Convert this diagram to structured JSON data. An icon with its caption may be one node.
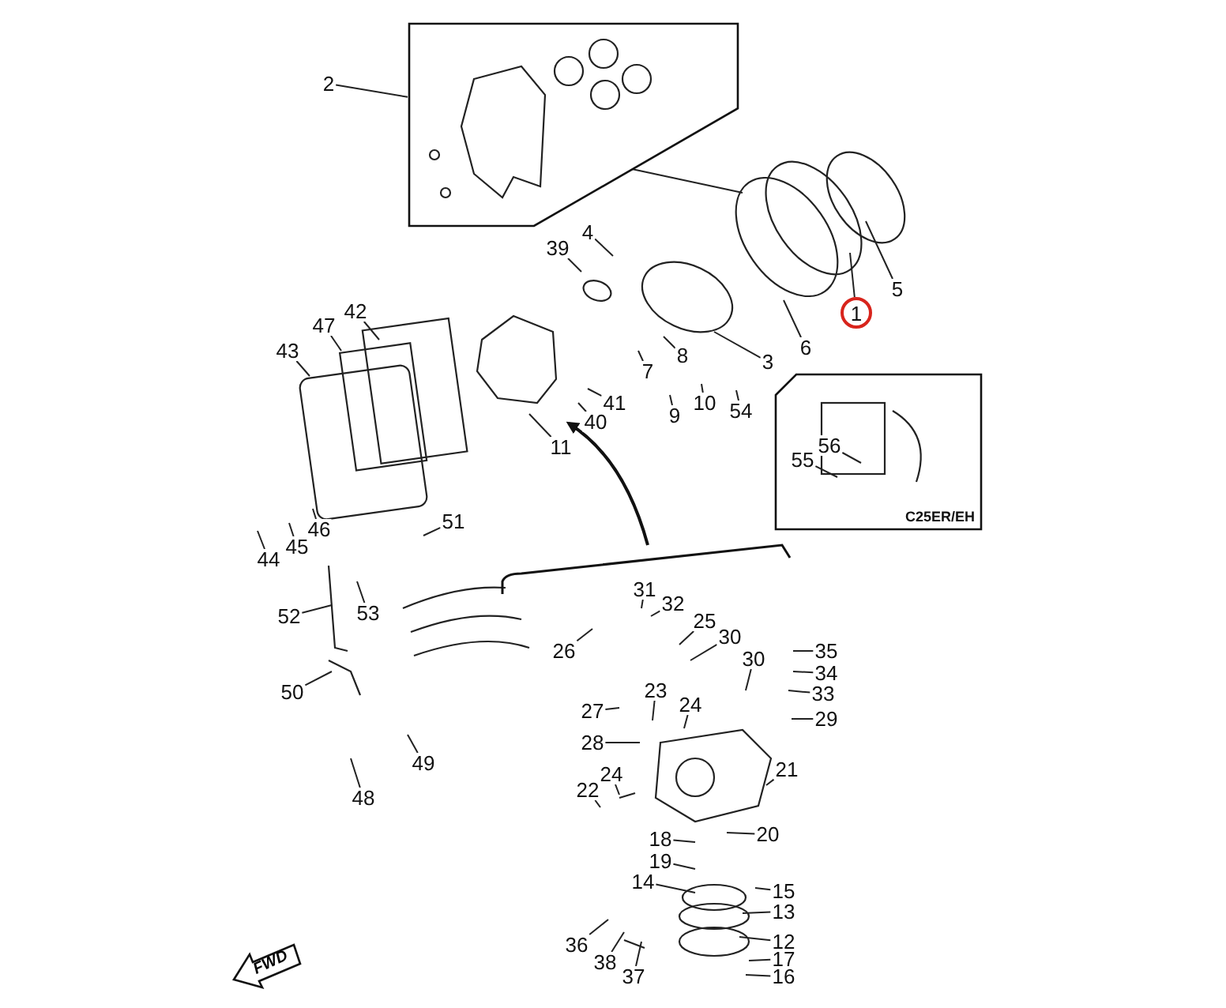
{
  "diagram": {
    "nodes": [
      {
        "text": [],
        "shape": "box"
      },
      {
        "text": [
          "2"
        ]
      },
      {
        "text": [
          "1"
        ]
      },
      {
        "text": [
          "5"
        ]
      },
      {
        "text": [
          "4"
        ]
      },
      {
        "text": [
          "39"
        ]
      },
      {
        "text": [
          "6"
        ]
      },
      {
        "text": [
          "3"
        ]
      },
      {
        "text": [
          "8"
        ]
      },
      {
        "text": [
          "7"
        ]
      },
      {
        "text": [
          "9"
        ]
      },
      {
        "text": [
          "10"
        ]
      },
      {
        "text": [
          "54"
        ]
      },
      {
        "text": [
          "42"
        ]
      },
      {
        "text": [
          "47"
        ]
      },
      {
        "text": [
          "43"
        ]
      },
      {
        "text": [
          "41"
        ]
      },
      {
        "text": [
          "40"
        ]
      },
      {
        "text": [
          "11"
        ]
      },
      {
        "text": [
          "C25ER/EH"
        ]
      },
      {
        "text": [
          "56"
        ],
        "in": 19
      },
      {
        "text": [
          "55"
        ],
        "in": 19
      },
      {
        "text": [
          "51"
        ]
      },
      {
        "text": [
          "46"
        ]
      },
      {
        "text": [
          "45"
        ]
      },
      {
        "text": [
          "44"
        ]
      },
      {
        "text": [
          "52"
        ]
      },
      {
        "text": [
          "53"
        ]
      },
      {
        "text": [
          "31"
        ]
      },
      {
        "text": [
          "32"
        ]
      },
      {
        "text": [
          "25"
        ]
      },
      {
        "text": [
          "26"
        ]
      },
      {
        "text": [
          "30"
        ]
      },
      {
        "text": [
          "30"
        ]
      },
      {
        "text": [
          "35"
        ]
      },
      {
        "text": [
          "34"
        ]
      },
      {
        "text": [
          "33"
        ]
      },
      {
        "text": [
          "29"
        ]
      },
      {
        "text": [
          "50"
        ]
      },
      {
        "text": [
          "27"
        ]
      },
      {
        "text": [
          "23"
        ]
      },
      {
        "text": [
          "24"
        ]
      },
      {
        "text": [
          "28"
        ]
      },
      {
        "text": [
          "21"
        ]
      },
      {
        "text": [
          "48"
        ]
      },
      {
        "text": [
          "49"
        ]
      },
      {
        "text": [
          "24"
        ]
      },
      {
        "text": [
          "22"
        ]
      },
      {
        "text": [
          "20"
        ]
      },
      {
        "text": [
          "18"
        ]
      },
      {
        "text": [
          "19"
        ]
      },
      {
        "text": [
          "14"
        ]
      },
      {
        "text": [
          "15"
        ]
      },
      {
        "text": [
          "13"
        ]
      },
      {
        "text": [
          "12"
        ]
      },
      {
        "text": [
          "17"
        ]
      },
      {
        "text": [
          "16"
        ]
      },
      {
        "text": [
          "36"
        ]
      },
      {
        "text": [
          "38"
        ]
      },
      {
        "text": [
          "37"
        ]
      },
      {
        "text": [
          "FWD"
        ]
      }
    ],
    "edges": [
      {
        "from": 1,
        "to": 0,
        "arrow": "none"
      },
      {
        "from": 2,
        "to": null,
        "arrow": "none"
      },
      {
        "from": 3,
        "to": null,
        "arrow": "none"
      },
      {
        "from": 4,
        "to": null,
        "arrow": "none"
      },
      {
        "from": 5,
        "to": null,
        "arrow": "none"
      },
      {
        "from": 6,
        "to": null,
        "arrow": "none"
      },
      {
        "from": 7,
        "to": null,
        "arrow": "none"
      },
      {
        "from": 8,
        "to": null,
        "arrow": "none"
      },
      {
        "from": 9,
        "to": null,
        "arrow": "none"
      },
      {
        "from": 10,
        "to": null,
        "arrow": "none"
      },
      {
        "from": 11,
        "to": null,
        "arrow": "none"
      },
      {
        "from": 12,
        "to": null,
        "arrow": "none"
      },
      {
        "from": 13,
        "to": null,
        "arrow": "none"
      },
      {
        "from": 14,
        "to": null,
        "arrow": "none"
      },
      {
        "from": 15,
        "to": null,
        "arrow": "none"
      },
      {
        "from": 16,
        "to": null,
        "arrow": "none"
      },
      {
        "from": 17,
        "to": null,
        "arrow": "none"
      },
      {
        "from": 18,
        "to": null,
        "arrow": "none"
      },
      {
        "from": 20,
        "to": null,
        "arrow": "none"
      },
      {
        "from": 21,
        "to": null,
        "arrow": "none"
      },
      {
        "from": 22,
        "to": null,
        "arrow": "none"
      },
      {
        "from": 23,
        "to": null,
        "arrow": "none"
      },
      {
        "from": 24,
        "to": null,
        "arrow": "none"
      },
      {
        "from": 25,
        "to": null,
        "arrow": "none"
      },
      {
        "from": 26,
        "to": null,
        "arrow": "none"
      },
      {
        "from": 27,
        "to": null,
        "arrow": "none"
      },
      {
        "from": 28,
        "to": null,
        "arrow": "none"
      },
      {
        "from": 29,
        "to": null,
        "arrow": "none"
      },
      {
        "from": 30,
        "to": null,
        "arrow": "none"
      },
      {
        "from": 31,
        "to": null,
        "arrow": "none"
      },
      {
        "from": 32,
        "to": null,
        "arrow": "none"
      },
      {
        "from": 33,
        "to": null,
        "arrow": "none"
      },
      {
        "from": 34,
        "to": null,
        "arrow": "none"
      },
      {
        "from": 35,
        "to": null,
        "arrow": "none"
      },
      {
        "from": 36,
        "to": null,
        "arrow": "none"
      },
      {
        "from": 37,
        "to": null,
        "arrow": "none"
      },
      {
        "from": 38,
        "to": null,
        "arrow": "none"
      },
      {
        "from": 39,
        "to": null,
        "arrow": "none"
      },
      {
        "from": 40,
        "to": null,
        "arrow": "none"
      },
      {
        "from": 41,
        "to": null,
        "arrow": "none"
      },
      {
        "from": 42,
        "to": null,
        "arrow": "none"
      },
      {
        "from": 43,
        "to": null,
        "arrow": "none"
      },
      {
        "from": 44,
        "to": null,
        "arrow": "none"
      },
      {
        "from": 45,
        "to": null,
        "arrow": "none"
      },
      {
        "from": 46,
        "to": null,
        "arrow": "none"
      },
      {
        "from": 47,
        "to": null,
        "arrow": "none"
      },
      {
        "from": 48,
        "to": null,
        "arrow": "none"
      },
      {
        "from": 49,
        "to": null,
        "arrow": "none"
      },
      {
        "from": 50,
        "to": null,
        "arrow": "none"
      },
      {
        "from": 51,
        "to": null,
        "arrow": "none"
      },
      {
        "from": 52,
        "to": null,
        "arrow": "none"
      },
      {
        "from": 53,
        "to": null,
        "arrow": "none"
      },
      {
        "from": 54,
        "to": null,
        "arrow": "none"
      },
      {
        "from": 55,
        "to": null,
        "arrow": "none"
      },
      {
        "from": 56,
        "to": null,
        "arrow": "none"
      },
      {
        "from": 57,
        "to": null,
        "arrow": "none"
      },
      {
        "from": 58,
        "to": null,
        "arrow": "none"
      },
      {
        "from": 59,
        "to": null,
        "arrow": "none"
      },
      {
        "from": 0,
        "to": null,
        "arrow": "none"
      }
    ]
  }
}
